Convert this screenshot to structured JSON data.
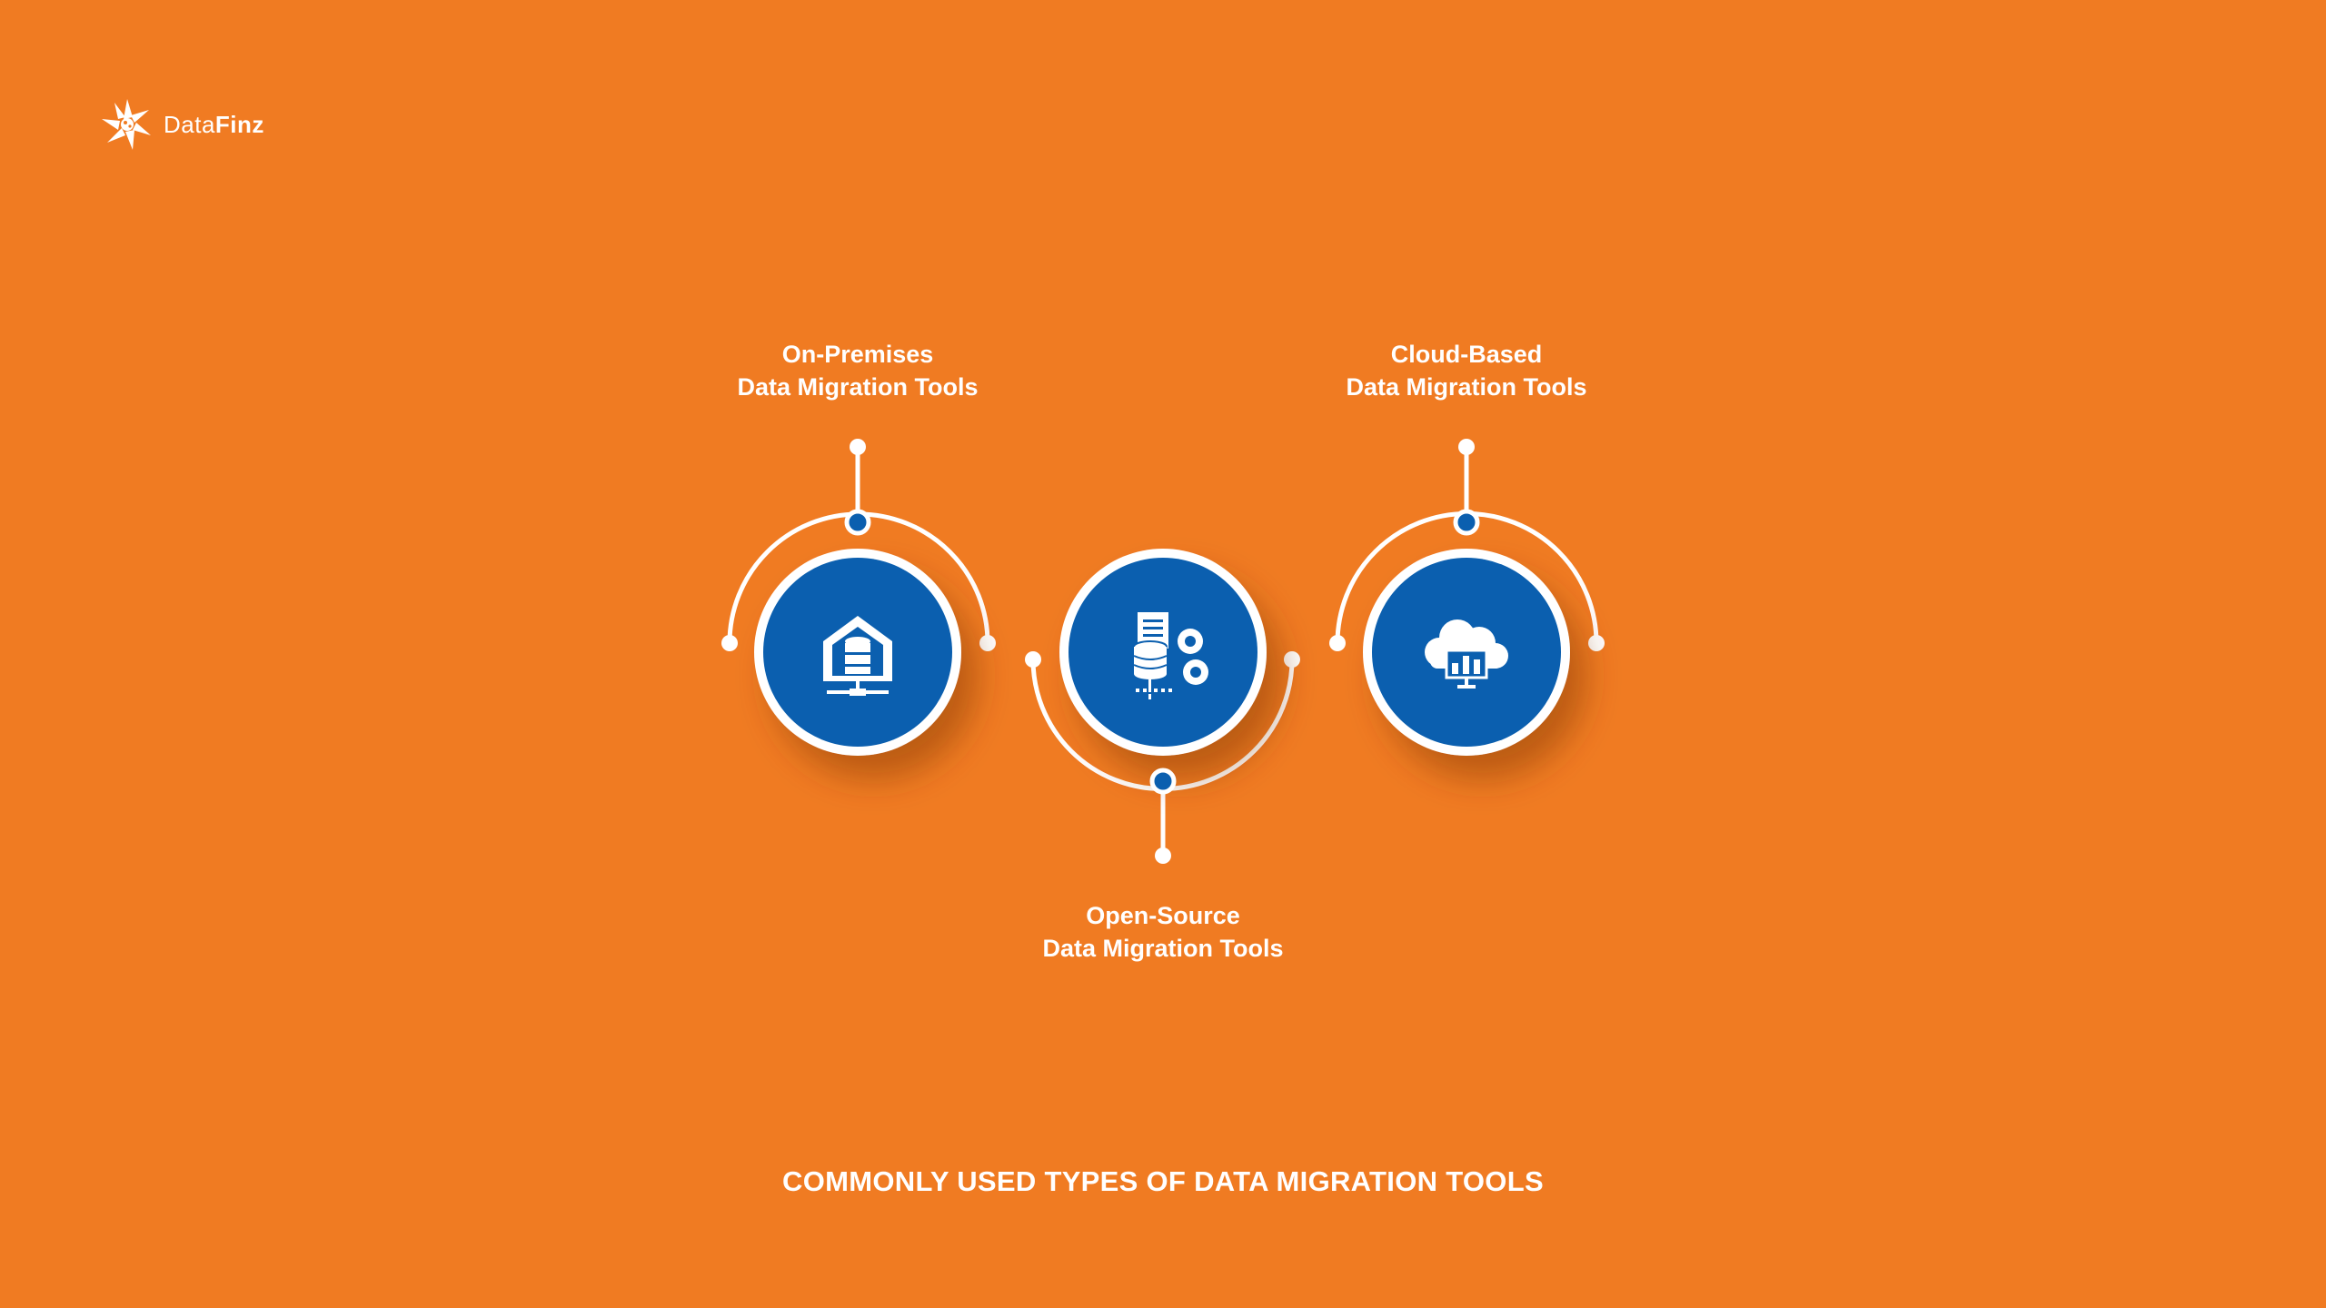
{
  "brand": {
    "logo_icon": "snowflake-burst-icon",
    "name_light": "Data",
    "name_bold": "Finz"
  },
  "colors": {
    "background": "#F07B22",
    "node_fill": "#0B5FAF",
    "connector": "#ffffff",
    "dot_accent": "#0B5FAF"
  },
  "nodes": [
    {
      "line1": "On-Premises",
      "line2": "Data Migration Tools",
      "icon": "server-house-icon"
    },
    {
      "line1": "Open-Source",
      "line2": "Data Migration Tools",
      "icon": "database-gears-icon"
    },
    {
      "line1": "Cloud-Based",
      "line2": "Data Migration Tools",
      "icon": "cloud-chart-icon"
    }
  ],
  "caption": "COMMONLY USED TYPES OF DATA MIGRATION TOOLS"
}
